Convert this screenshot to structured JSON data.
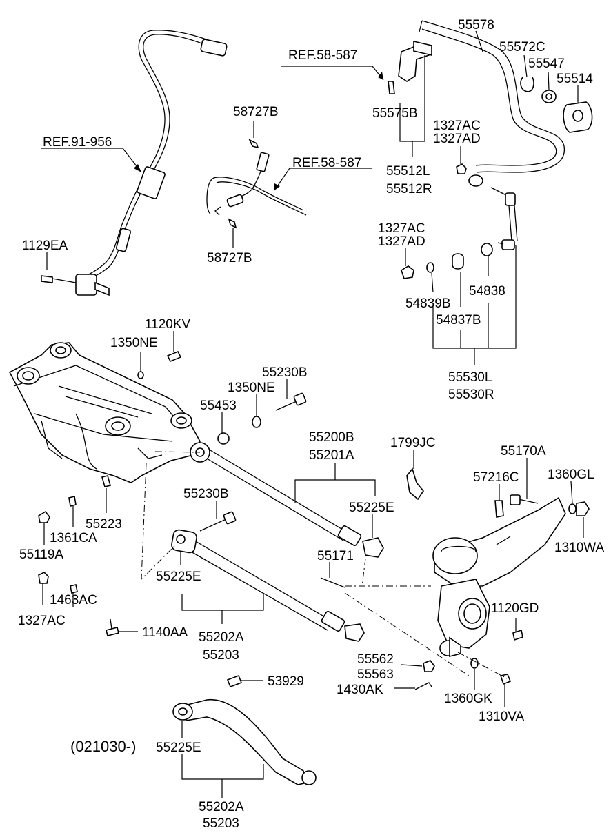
{
  "labels": {
    "p55578": "55578",
    "p55572c": "55572C",
    "p55547": "55547",
    "p55514": "55514",
    "ref58587a": "REF.58-587",
    "p55575b": "55575B",
    "p1327ac_1": "1327AC",
    "p1327ad_1": "1327AD",
    "p58727b_1": "58727B",
    "ref58587b": "REF.58-587",
    "p55512l": "55512L",
    "p55512r": "55512R",
    "ref91956": "REF.91-956",
    "p58727b_2": "58727B",
    "p1327ac_2": "1327AC",
    "p1327ad_2": "1327AD",
    "p1129ea": "1129EA",
    "p54839b": "54839B",
    "p54838": "54838",
    "p54837b": "54837B",
    "p1120kv": "1120KV",
    "p1350ne_1": "1350NE",
    "p55530l": "55530L",
    "p55530r": "55530R",
    "p55230b_1": "55230B",
    "p1350ne_2": "1350NE",
    "p55453": "55453",
    "p55200b": "55200B",
    "p55201a": "55201A",
    "p1799jc": "1799JC",
    "p55170a": "55170A",
    "p57216c": "57216C",
    "p1360gl": "1360GL",
    "p55230b_2": "55230B",
    "p55225e_1": "55225E",
    "p55223": "55223",
    "p1361ca": "1361CA",
    "p55119a": "55119A",
    "p1310wa": "1310WA",
    "p55171": "55171",
    "p55225e_2": "55225E",
    "p1463ac": "1463AC",
    "p1327ac_3": "1327AC",
    "p1120gd": "1120GD",
    "p1140aa": "1140AA",
    "p55202a_1": "55202A",
    "p55203_1": "55203",
    "p55562": "55562",
    "p55563": "55563",
    "p53929": "53929",
    "p1430ak": "1430AK",
    "p1360gk": "1360GK",
    "p1310va": "1310VA",
    "p021030": "(021030-)",
    "p55225e_3": "55225E",
    "p55202a_2": "55202A",
    "p55203_2": "55203"
  }
}
